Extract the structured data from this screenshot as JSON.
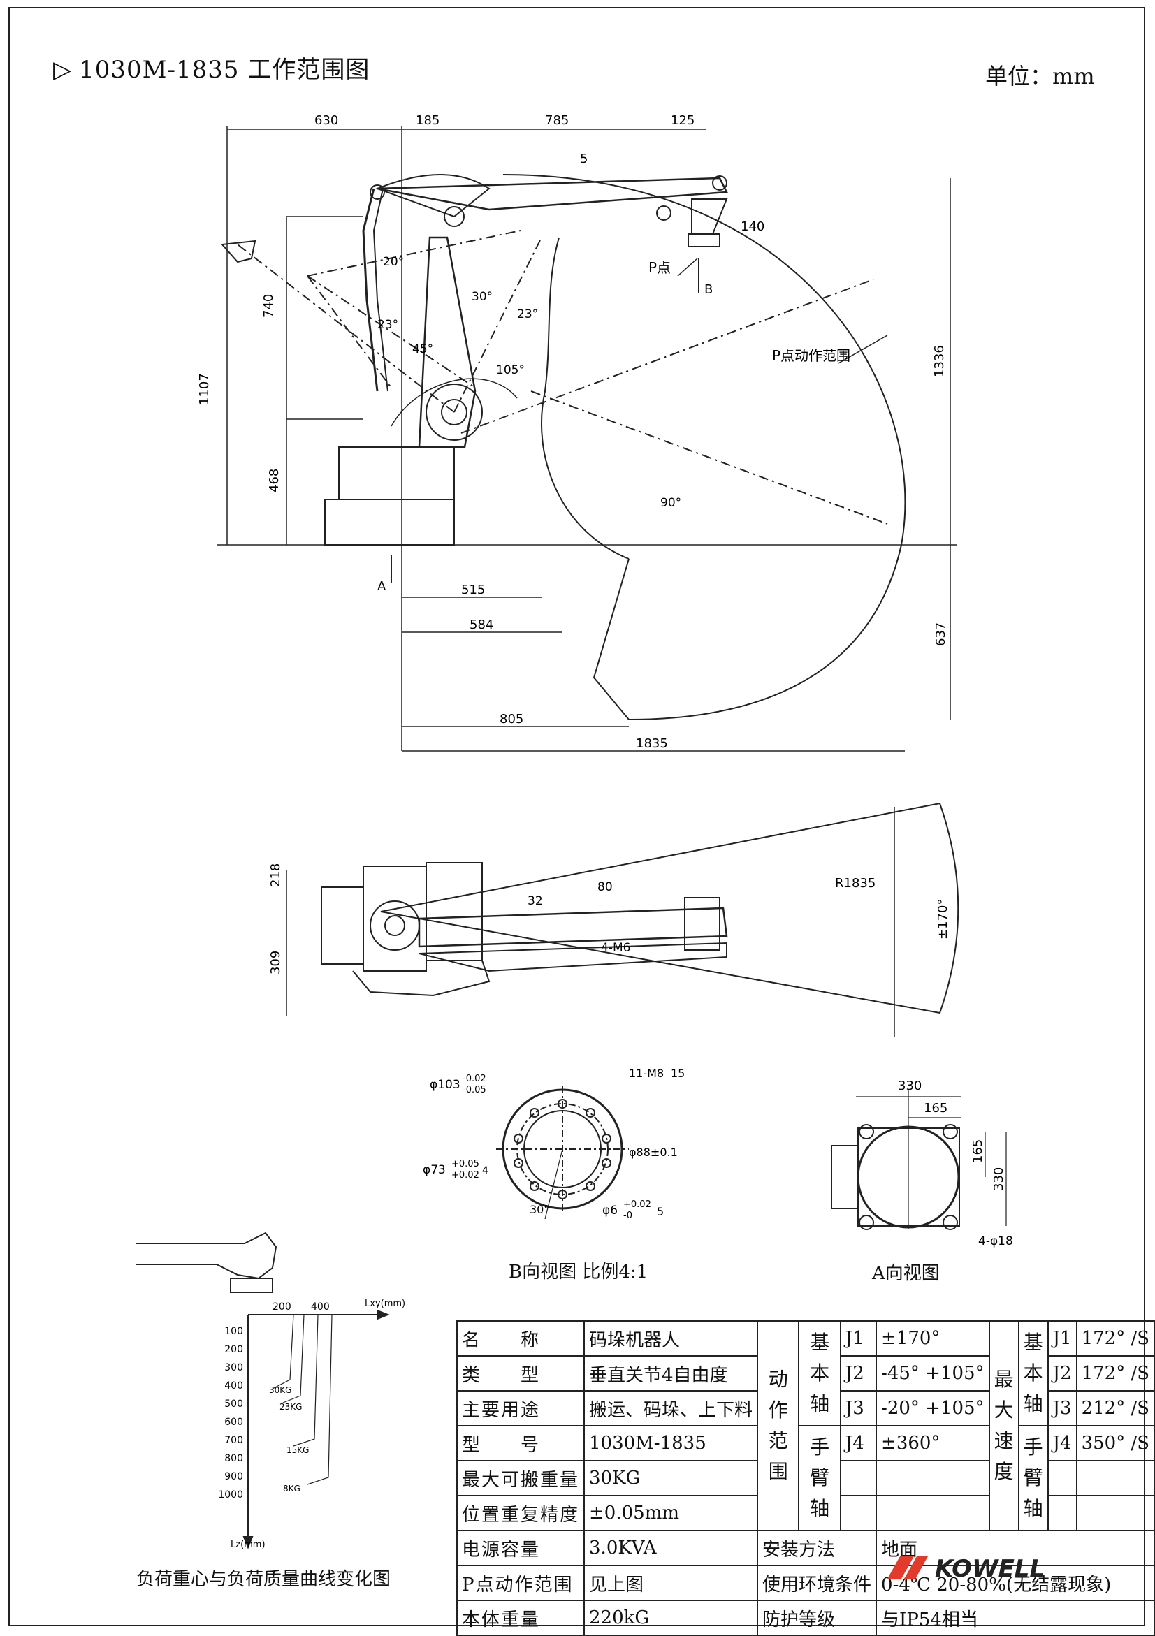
{
  "title": "1030M-1835   工作范围图",
  "unit": "单位：mm",
  "side_view": {
    "dims_top": [
      "630",
      "185",
      "785",
      "125"
    ],
    "dim_5": "5",
    "dim_140": "140",
    "p_point": "P点",
    "b_arrow": "B",
    "a_arrow": "A",
    "range_label": "P点动作范围",
    "angles": [
      "20°",
      "23°",
      "30°",
      "23°",
      "45°",
      "105°",
      "90°"
    ],
    "dims_left": [
      "740",
      "1107",
      "468"
    ],
    "dims_right": [
      "1336",
      "637"
    ],
    "dims_bottom": [
      "515",
      "584",
      "805",
      "1835"
    ]
  },
  "top_view": {
    "dims_left": [
      "218",
      "309"
    ],
    "labels": [
      "32",
      "80",
      "4-M6",
      "R1835",
      "±170°"
    ]
  },
  "b_view": {
    "labels": [
      "φ103",
      "-0.02",
      "-0.05",
      "11-M8",
      "15",
      "φ88±0.1",
      "φ73",
      "+0.05",
      "+0.02",
      "4",
      "φ6",
      "+0.02",
      "-0",
      "5",
      "30°"
    ],
    "caption": "B向视图 比例4:1"
  },
  "a_view": {
    "labels": [
      "330",
      "165",
      "165",
      "330",
      "4-φ18"
    ],
    "caption": "A向视图"
  },
  "load_chart": {
    "caption": "负荷重心与负荷质量曲线变化图",
    "x_axis_label": "Lxy(mm)",
    "y_axis_label": "Lz(mm)",
    "x_ticks": [
      "200",
      "400"
    ],
    "y_ticks": [
      "100",
      "200",
      "300",
      "400",
      "500",
      "600",
      "700",
      "800",
      "900",
      "1000"
    ],
    "curve_labels": [
      "30KG",
      "23KG",
      "15KG",
      "8KG"
    ]
  },
  "spec": {
    "rows": [
      {
        "label": "名　　称",
        "value": "码垛机器人"
      },
      {
        "label": "类　　型",
        "value": "垂直关节4自由度"
      },
      {
        "label": "主要用途",
        "value": "搬运、码垛、上下料"
      },
      {
        "label": "型　　号",
        "value": "1030M-1835"
      },
      {
        "label": "最大可搬重量",
        "value": "30KG"
      },
      {
        "label": "位置重复精度",
        "value": "±0.05mm"
      },
      {
        "label": "电源容量",
        "value": "3.0KVA"
      },
      {
        "label": "P点动作范围",
        "value": "见上图"
      },
      {
        "label": "本体重量",
        "value": "220kG"
      }
    ],
    "motion_range_label": "动作范围",
    "base_axis": "基本轴",
    "wrist_axis": "手臂轴",
    "max_speed_label": "最大速度",
    "joints": [
      {
        "j": "J1",
        "range": "±170°",
        "speed": "172° /S"
      },
      {
        "j": "J2",
        "range": "-45° +105°",
        "speed": "172° /S"
      },
      {
        "j": "J3",
        "range": "-20° +105°",
        "speed": "212° /S"
      },
      {
        "j": "J4",
        "range": "±360°",
        "speed": "350° /S"
      }
    ],
    "install_label": "安装方法",
    "install_value": "地面",
    "env_label": "使用环境条件",
    "env_value": "0-4℃  20-80%(无结露现象)",
    "protect_label": "防护等级",
    "protect_value": "与IP54相当"
  },
  "logo": "KOWELL"
}
